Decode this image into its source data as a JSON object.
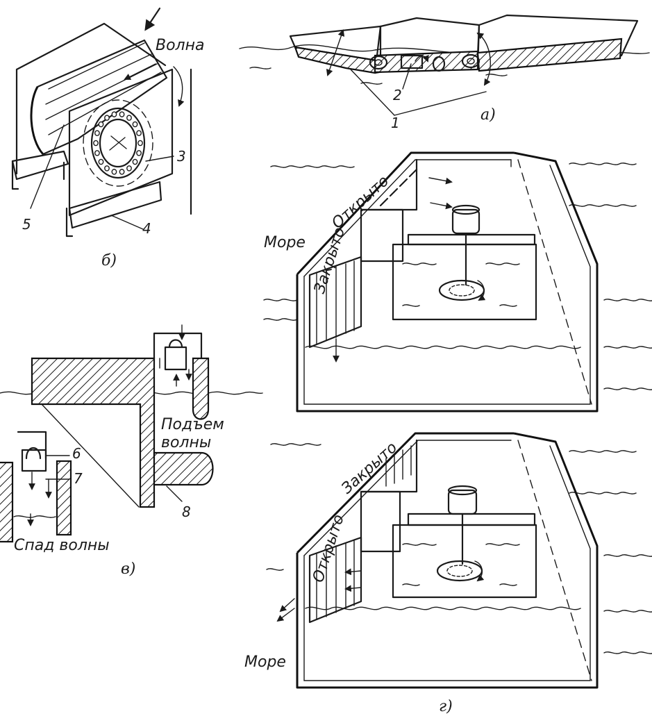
{
  "panels": {
    "a": {
      "caption": "а)",
      "callouts": [
        "1",
        "2"
      ]
    },
    "b": {
      "caption": "б)",
      "wave_label": "Волна",
      "callouts": [
        "3",
        "4",
        "5"
      ]
    },
    "v": {
      "caption": "в)",
      "rise_label_line1": "Подъем",
      "rise_label_line2": "волны",
      "fall_label": "Спад волны",
      "callouts": [
        "6",
        "7",
        "8"
      ]
    },
    "g": {
      "caption": "г)",
      "top": {
        "sea_label": "Море",
        "upper_valve_label": "Открыто",
        "lower_valve_label": "Закрыто"
      },
      "bottom": {
        "sea_label": "Море",
        "upper_valve_label": "Закрыто",
        "lower_valve_label": "Открыто"
      }
    }
  }
}
